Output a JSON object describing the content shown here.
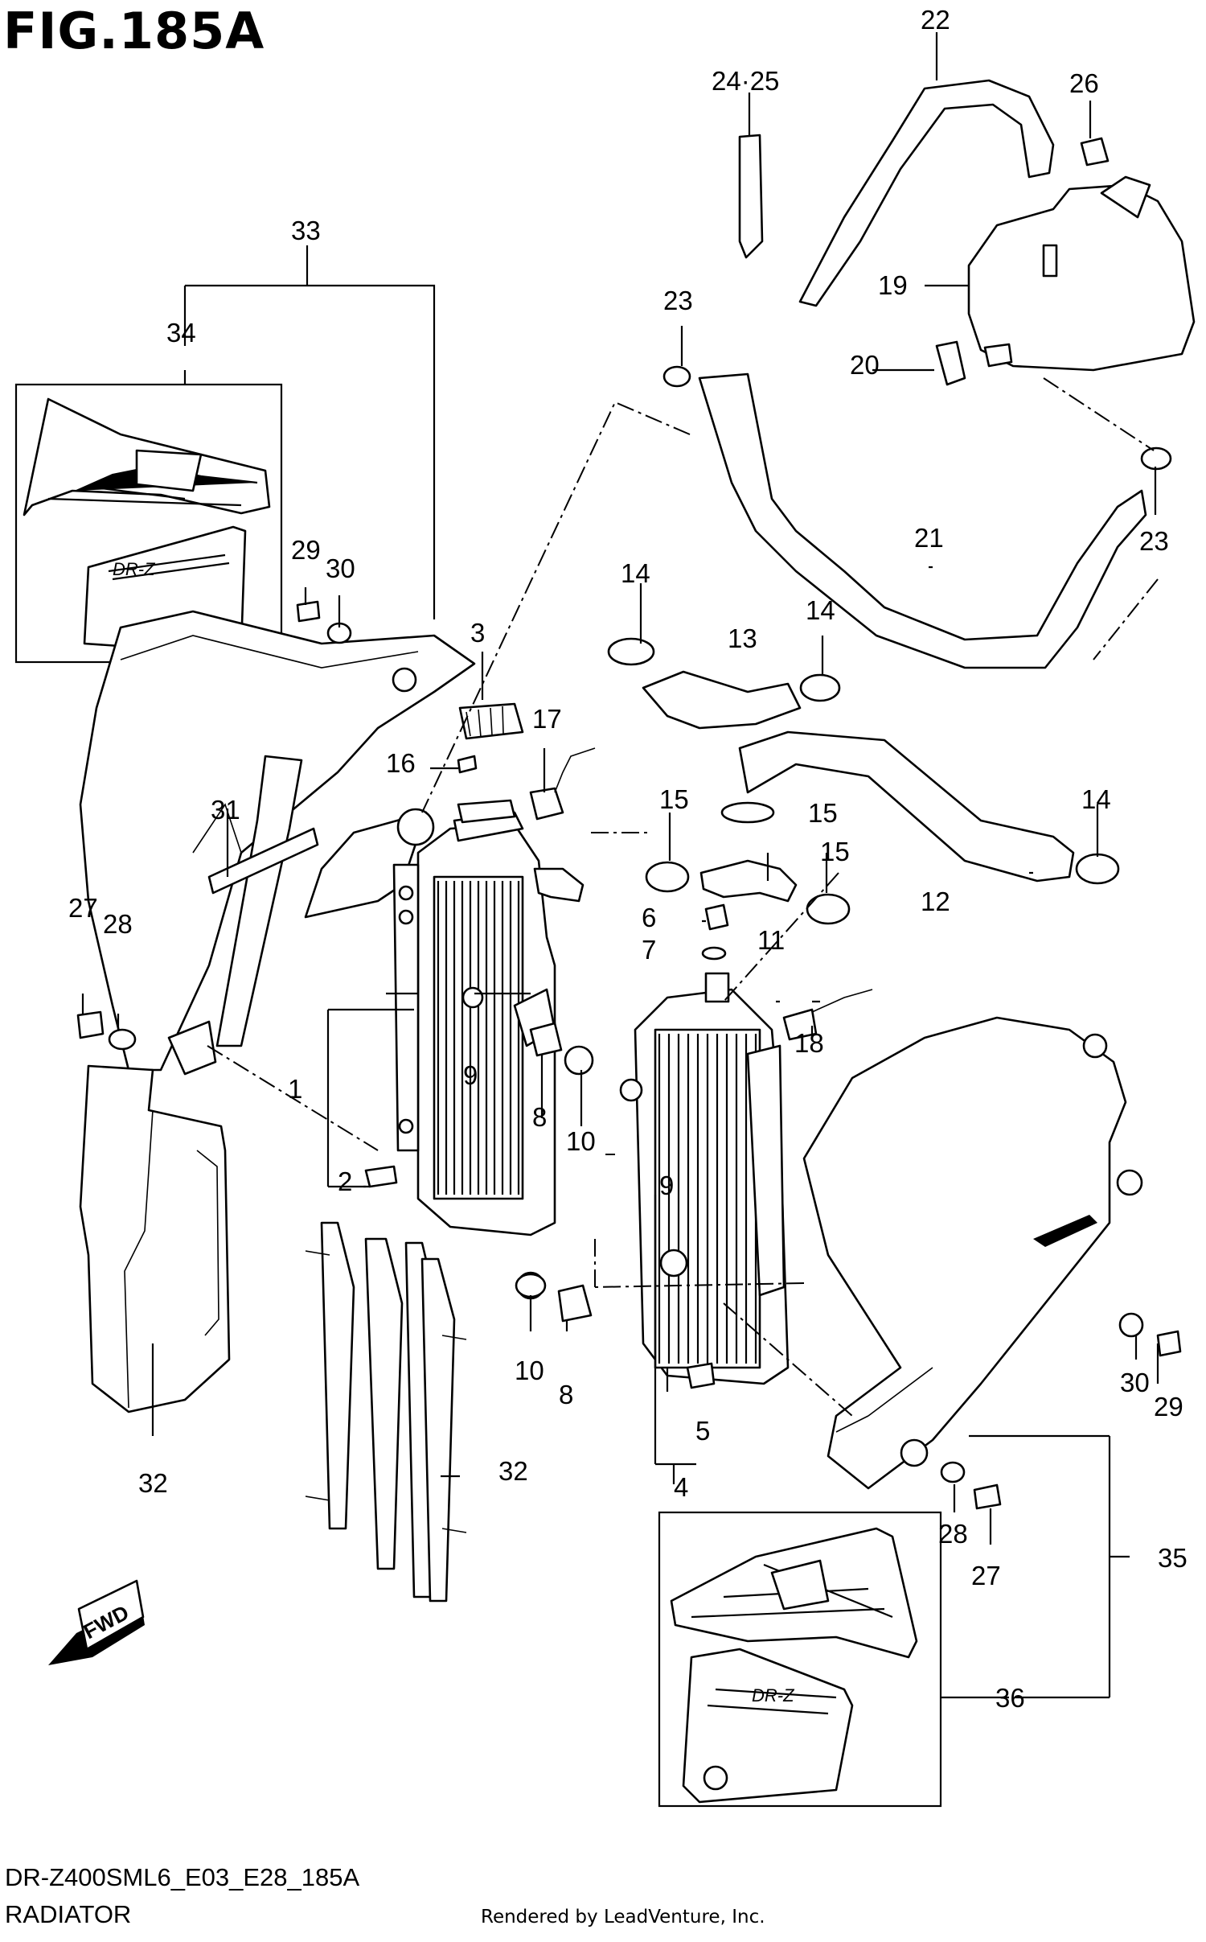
{
  "header": {
    "figure_id": "FIG.185A"
  },
  "footer": {
    "model_code": "DR-Z400SML6_E03_E28_185A",
    "section_name": "RADIATOR",
    "rendered_by": "Rendered by LeadVenture, Inc."
  },
  "fwd_label": "FWD",
  "decal_text": "DR-Z",
  "callouts": {
    "c1": "1",
    "c2": "2",
    "c3": "3",
    "c4": "4",
    "c5": "5",
    "c6": "6",
    "c7": "7",
    "c8a": "8",
    "c8b": "8",
    "c9a": "9",
    "c9b": "9",
    "c10a": "10",
    "c10b": "10",
    "c11": "11",
    "c12": "12",
    "c13": "13",
    "c14a": "14",
    "c14b": "14",
    "c14c": "14",
    "c15a": "15",
    "c15b": "15",
    "c15c": "15",
    "c16": "16",
    "c17": "17",
    "c18": "18",
    "c19": "19",
    "c20": "20",
    "c21": "21",
    "c22": "22",
    "c23a": "23",
    "c23b": "23",
    "c2425": "24·25",
    "c26": "26",
    "c27a": "27",
    "c27b": "27",
    "c28a": "28",
    "c28b": "28",
    "c29a": "29",
    "c29b": "29",
    "c30a": "30",
    "c30b": "30",
    "c31": "31",
    "c32a": "32",
    "c32b": "32",
    "c33": "33",
    "c34": "34",
    "c35": "35",
    "c36": "36"
  }
}
